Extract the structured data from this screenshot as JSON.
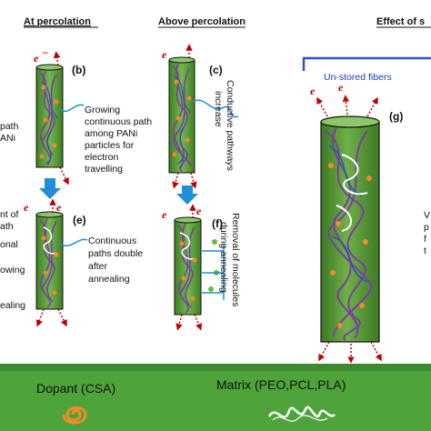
{
  "headers": {
    "at_percolation": "At percolation",
    "above_percolation": "Above percolation",
    "effect": "Effect of s"
  },
  "panel_labels": {
    "b": "(b)",
    "c": "(c)",
    "e": "(e)",
    "f": "(f)",
    "g": "(g)"
  },
  "electron": "e",
  "left_fragments": {
    "line1": "path",
    "line2": "ANi",
    "line3": "nt of",
    "line4": "ath",
    "line5": "onal",
    "line6": "owing",
    "line7": "ealing"
  },
  "annotation_b": [
    "Growing",
    "continuous path",
    "among PANi",
    "particles for",
    "electron",
    "travelling"
  ],
  "annotation_c": [
    "Conductive pathways",
    "increase"
  ],
  "annotation_e": [
    "Continuous",
    "paths double",
    "after",
    "annealing"
  ],
  "annotation_f": [
    "Removal of molecules",
    "during annealing"
  ],
  "unstored": "Un-stored fibers",
  "right_fragments": [
    "V",
    "p",
    "f",
    "t"
  ],
  "legend": {
    "dopant": "Dopant (CSA)",
    "matrix": "Matrix (PEO,PCL,PLA)"
  },
  "colors": {
    "fiber_green": "#5fa63a",
    "legend_band": "#4ea43a",
    "arrow_blue": "#1f8fd6",
    "bracket_blue": "#2a53c9",
    "electron_red": "#c00000",
    "dopant_orange": "#f08a2c",
    "polymer_purple": "#7a3fa0"
  }
}
